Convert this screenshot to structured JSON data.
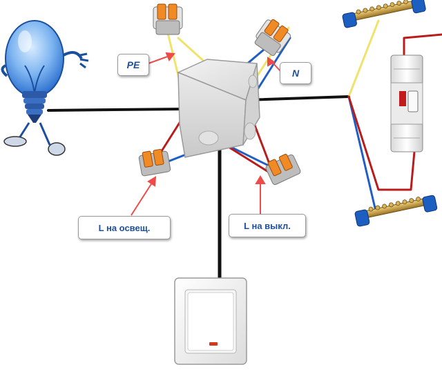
{
  "labels": {
    "pe": "PE",
    "n": "N",
    "l_lighting": "L на освещ.",
    "l_switch": "L на выкл."
  },
  "colors": {
    "phase_wire": "#b81c1c",
    "neutral_wire": "#1f5fc4",
    "ground_wire": "#efe36a",
    "switch_wire": "#111111",
    "label_arrow": "#ee4b4b",
    "label_text": "#1d4f9c",
    "bus_bar": "#b58a3a",
    "bus_holder": "#1d5fc0"
  },
  "icons": {
    "lamp": "light-bulb-icon",
    "box": "junction-box-icon",
    "breaker": "circuit-breaker-icon",
    "switch": "wall-switch-icon",
    "connector": "wago-connector-icon",
    "bus": "terminal-bus-icon"
  }
}
